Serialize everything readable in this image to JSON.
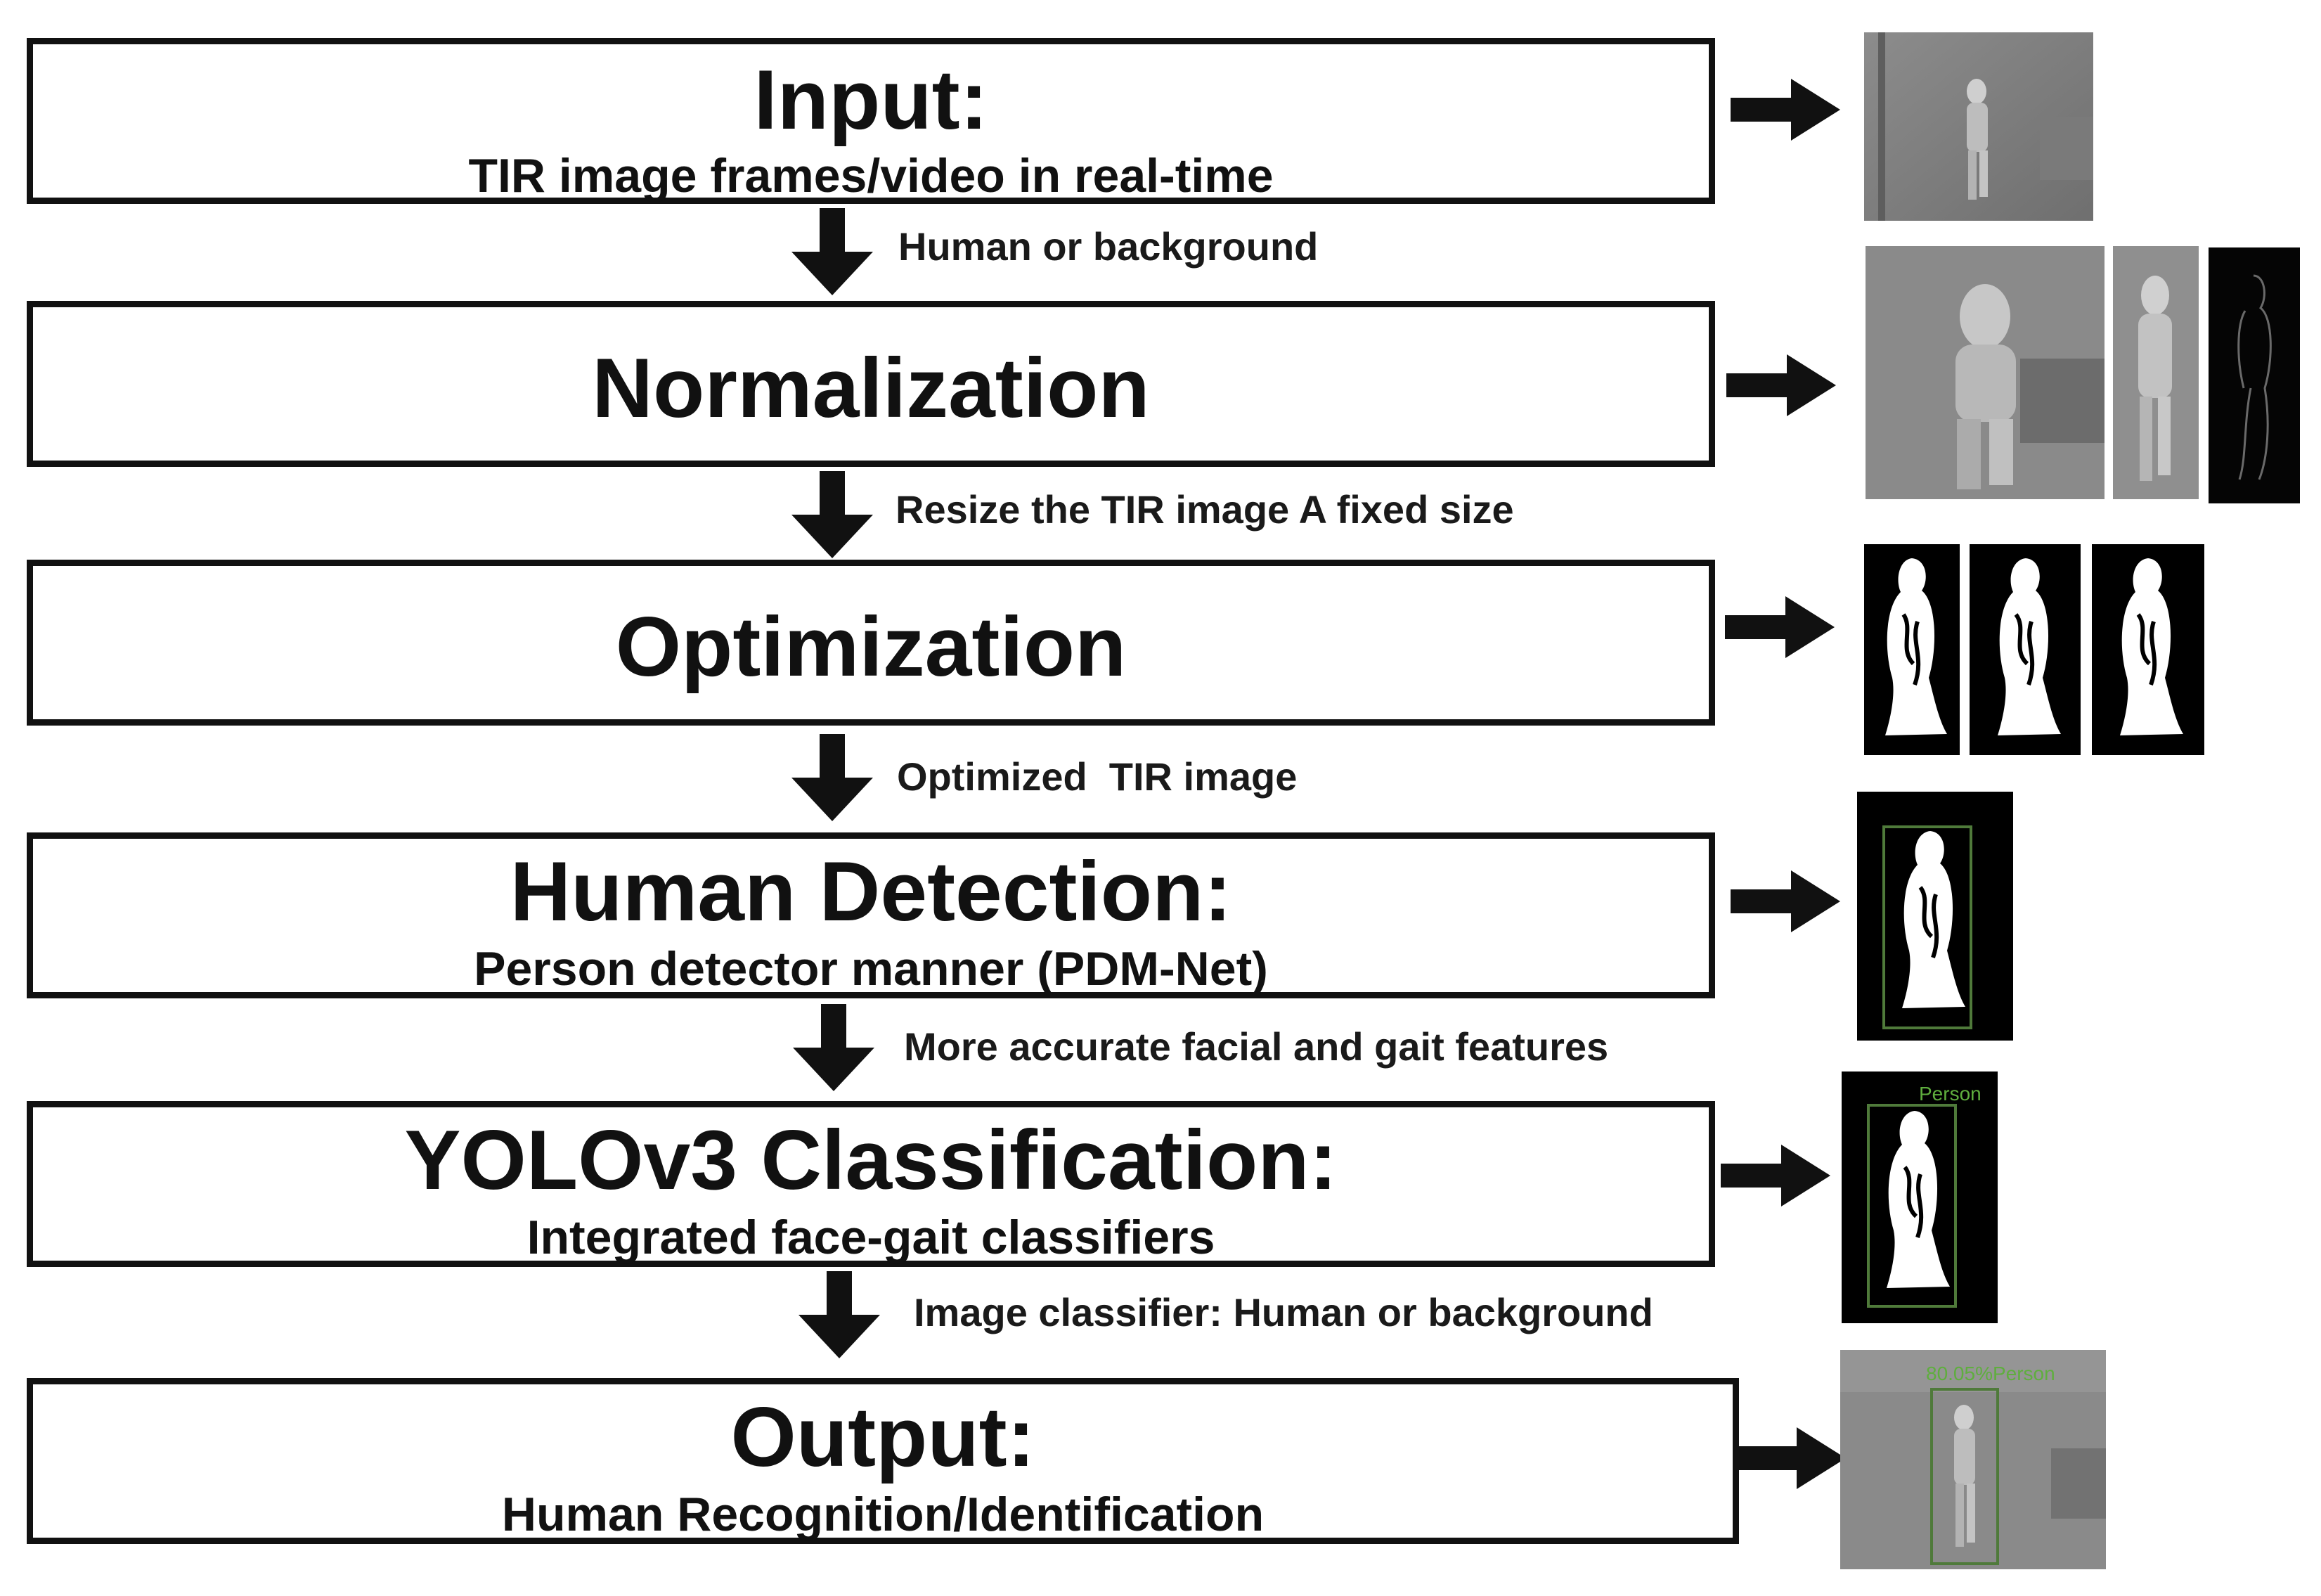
{
  "steps": [
    {
      "title": "Input:",
      "subtitle": "TIR image frames/video in real-time"
    },
    {
      "title": "Normalization",
      "subtitle": ""
    },
    {
      "title": "Optimization",
      "subtitle": ""
    },
    {
      "title": "Human Detection:",
      "subtitle": "Person detector manner (PDM-Net)"
    },
    {
      "title": "YOLOv3 Classification:",
      "subtitle": "Integrated face-gait classifiers"
    },
    {
      "title": "Output:",
      "subtitle": "Human Recognition/Identification"
    }
  ],
  "connectors": [
    "Human or background",
    "Resize the TIR image A fixed size",
    "Optimized  TIR image",
    "More accurate facial and gait features",
    "Image classifier: Human or background"
  ],
  "thumb_labels": {
    "classification": "Person",
    "output": "80.05%Person"
  },
  "colors": {
    "ink": "#111111",
    "detect_box": "#4f7a3a",
    "detect_text": "#5fae3e"
  }
}
